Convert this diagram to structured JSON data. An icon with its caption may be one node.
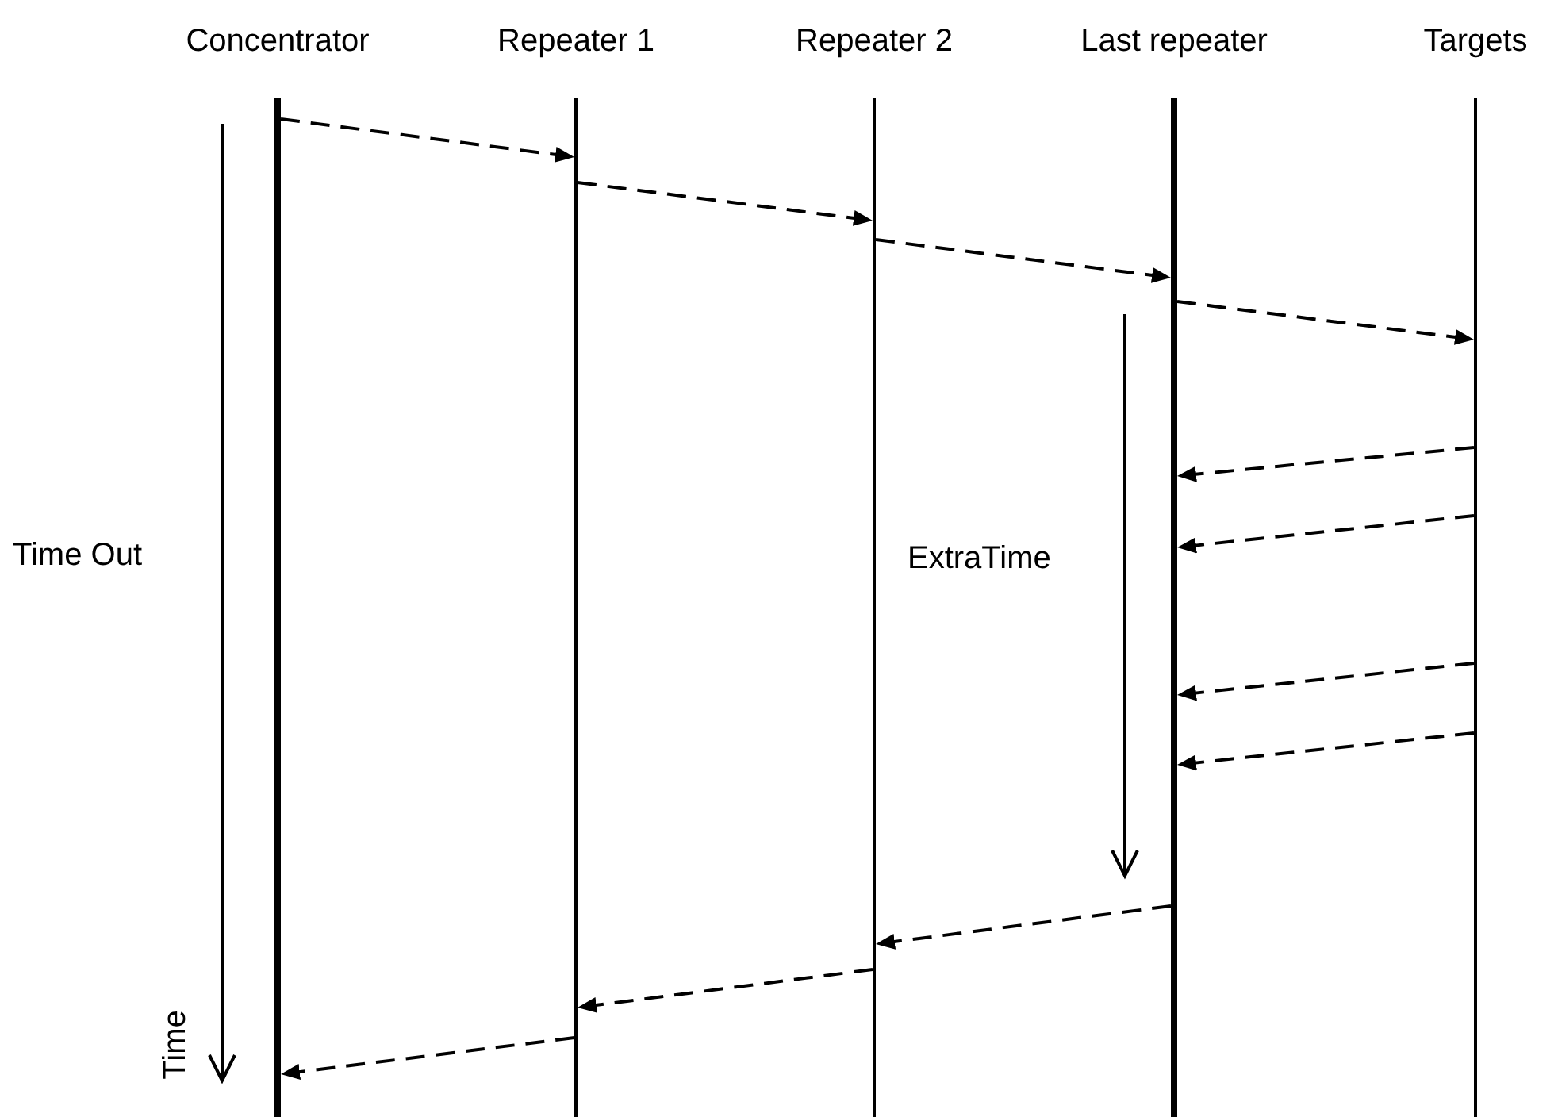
{
  "diagram": {
    "nodes": [
      {
        "text": [
          "Concentrator"
        ]
      },
      {
        "text": [
          "Repeater 1"
        ]
      },
      {
        "text": [
          "Repeater 2"
        ]
      },
      {
        "text": [
          "Last repeater"
        ]
      },
      {
        "text": [
          "Targets"
        ]
      }
    ],
    "edges": [
      {
        "from": 0,
        "to": 1,
        "arrow": "to",
        "style": "dashed"
      },
      {
        "from": 1,
        "to": 2,
        "arrow": "to",
        "style": "dashed"
      },
      {
        "from": 2,
        "to": 3,
        "arrow": "to",
        "style": "dashed"
      },
      {
        "from": 3,
        "to": 4,
        "arrow": "to",
        "style": "dashed"
      },
      {
        "from": 4,
        "to": 3,
        "arrow": "to",
        "style": "dashed"
      },
      {
        "from": 4,
        "to": 3,
        "arrow": "to",
        "style": "dashed"
      },
      {
        "from": 4,
        "to": 3,
        "arrow": "to",
        "style": "dashed"
      },
      {
        "from": 4,
        "to": 3,
        "arrow": "to",
        "style": "dashed"
      },
      {
        "from": 3,
        "to": 2,
        "arrow": "to",
        "style": "dashed"
      },
      {
        "from": 2,
        "to": 1,
        "arrow": "to",
        "style": "dashed"
      },
      {
        "from": 1,
        "to": 0,
        "arrow": "to",
        "style": "dashed"
      }
    ],
    "labels": [
      "Time Out",
      "ExtraTime",
      "Time"
    ]
  }
}
